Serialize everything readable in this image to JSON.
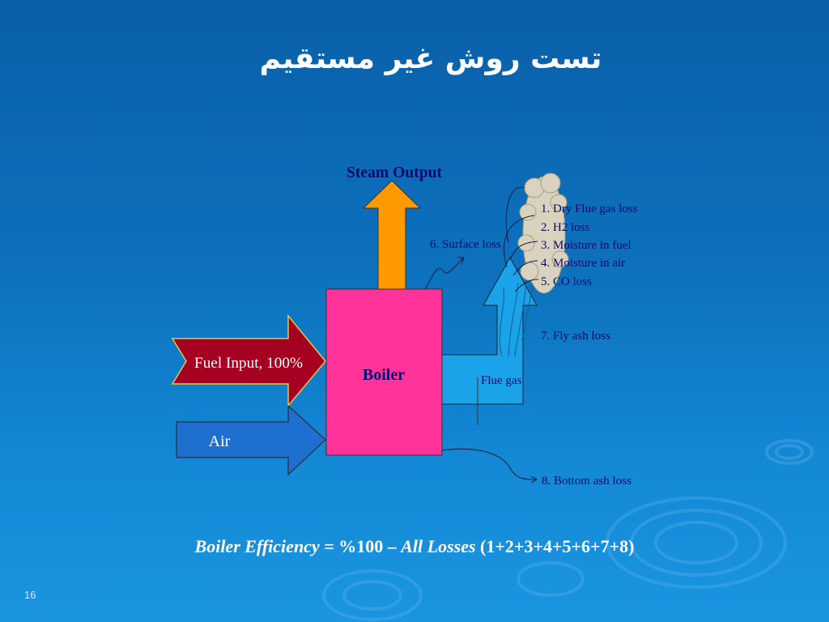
{
  "slide": {
    "title": "تست روش غير مستقيم",
    "page_number": "16"
  },
  "diagram": {
    "steam_output": "Steam Output",
    "fuel_input": "Fuel Input, 100%",
    "air": "Air",
    "boiler": "Boiler",
    "flue_gas": "Flue gas",
    "surface_loss": "6. Surface loss",
    "flue_losses": [
      "1. Dry Flue gas loss",
      "2. H2 loss",
      "3. Moisture in fuel",
      "4. Moisture in air",
      "5. CO loss"
    ],
    "fly_ash_loss": "7. Fly ash loss",
    "bottom_ash_loss": "8. Bottom ash loss",
    "colors": {
      "boiler": "#ff3399",
      "steam_arrow": "#ff9900",
      "fuel_arrow": "#a50021",
      "air_arrow": "#1f6fd1",
      "flue_duct": "#1aa3e8",
      "smoke_cloud": "#d9d2bf",
      "label_text": "#0a0a6e"
    }
  },
  "formula": {
    "lhs": "Boiler Efficiency",
    "equals": " = %",
    "hundred": "100 – ",
    "all_losses": "All Losses",
    "terms": " (1+2+3+4+5+6+7+8)"
  }
}
